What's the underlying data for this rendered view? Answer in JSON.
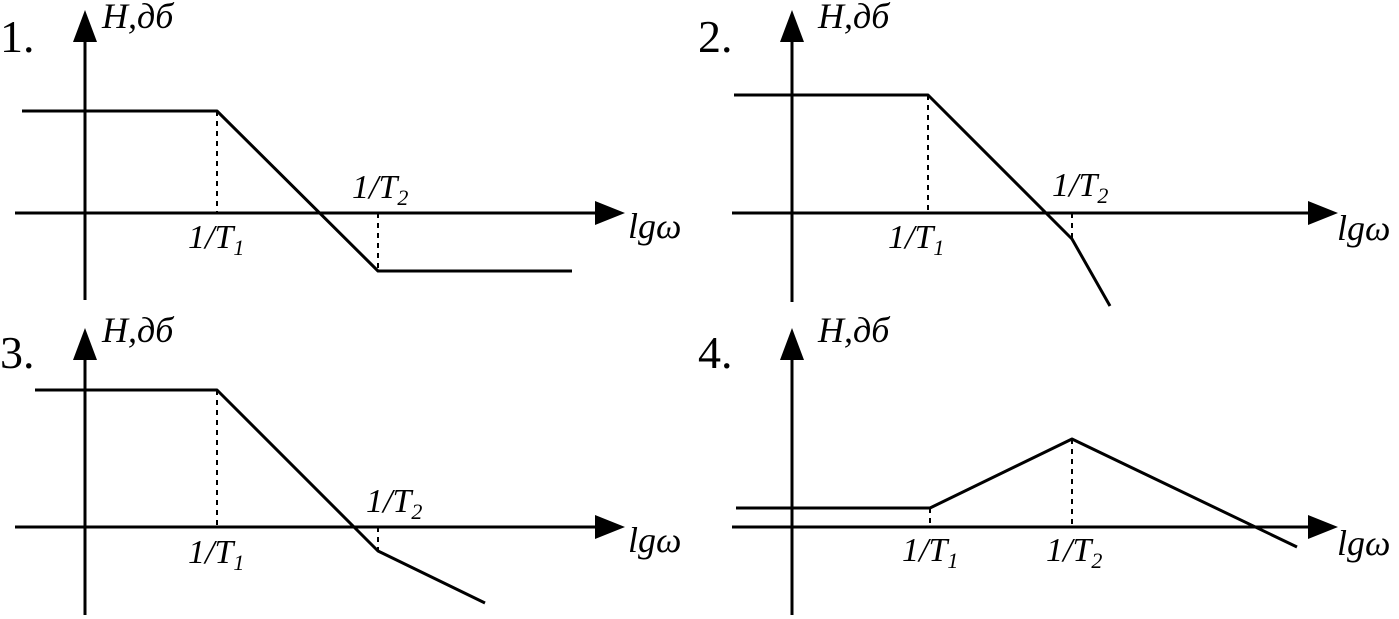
{
  "panels": [
    {
      "number": "1.",
      "y_label": "H,дб",
      "x_label": "lgω",
      "tick1": {
        "main": "1/T",
        "sub": "1"
      },
      "tick2": {
        "main": "1/T",
        "sub": "2"
      },
      "shape": "two-breaks-lowpass-then-flat"
    },
    {
      "number": "2.",
      "y_label": "H,дб",
      "x_label": "lgω",
      "tick1": {
        "main": "1/T",
        "sub": "1"
      },
      "tick2": {
        "main": "1/T",
        "sub": "2"
      },
      "shape": "two-breaks-slope-steepens"
    },
    {
      "number": "3.",
      "y_label": "H,дб",
      "x_label": "lgω",
      "tick1": {
        "main": "1/T",
        "sub": "1"
      },
      "tick2": {
        "main": "1/T",
        "sub": "2"
      },
      "shape": "two-breaks-slope-flattens"
    },
    {
      "number": "4.",
      "y_label": "H,дб",
      "x_label": "lgω",
      "tick1": {
        "main": "1/T",
        "sub": "1"
      },
      "tick2": {
        "main": "1/T",
        "sub": "2"
      },
      "shape": "rise-then-fall"
    }
  ]
}
